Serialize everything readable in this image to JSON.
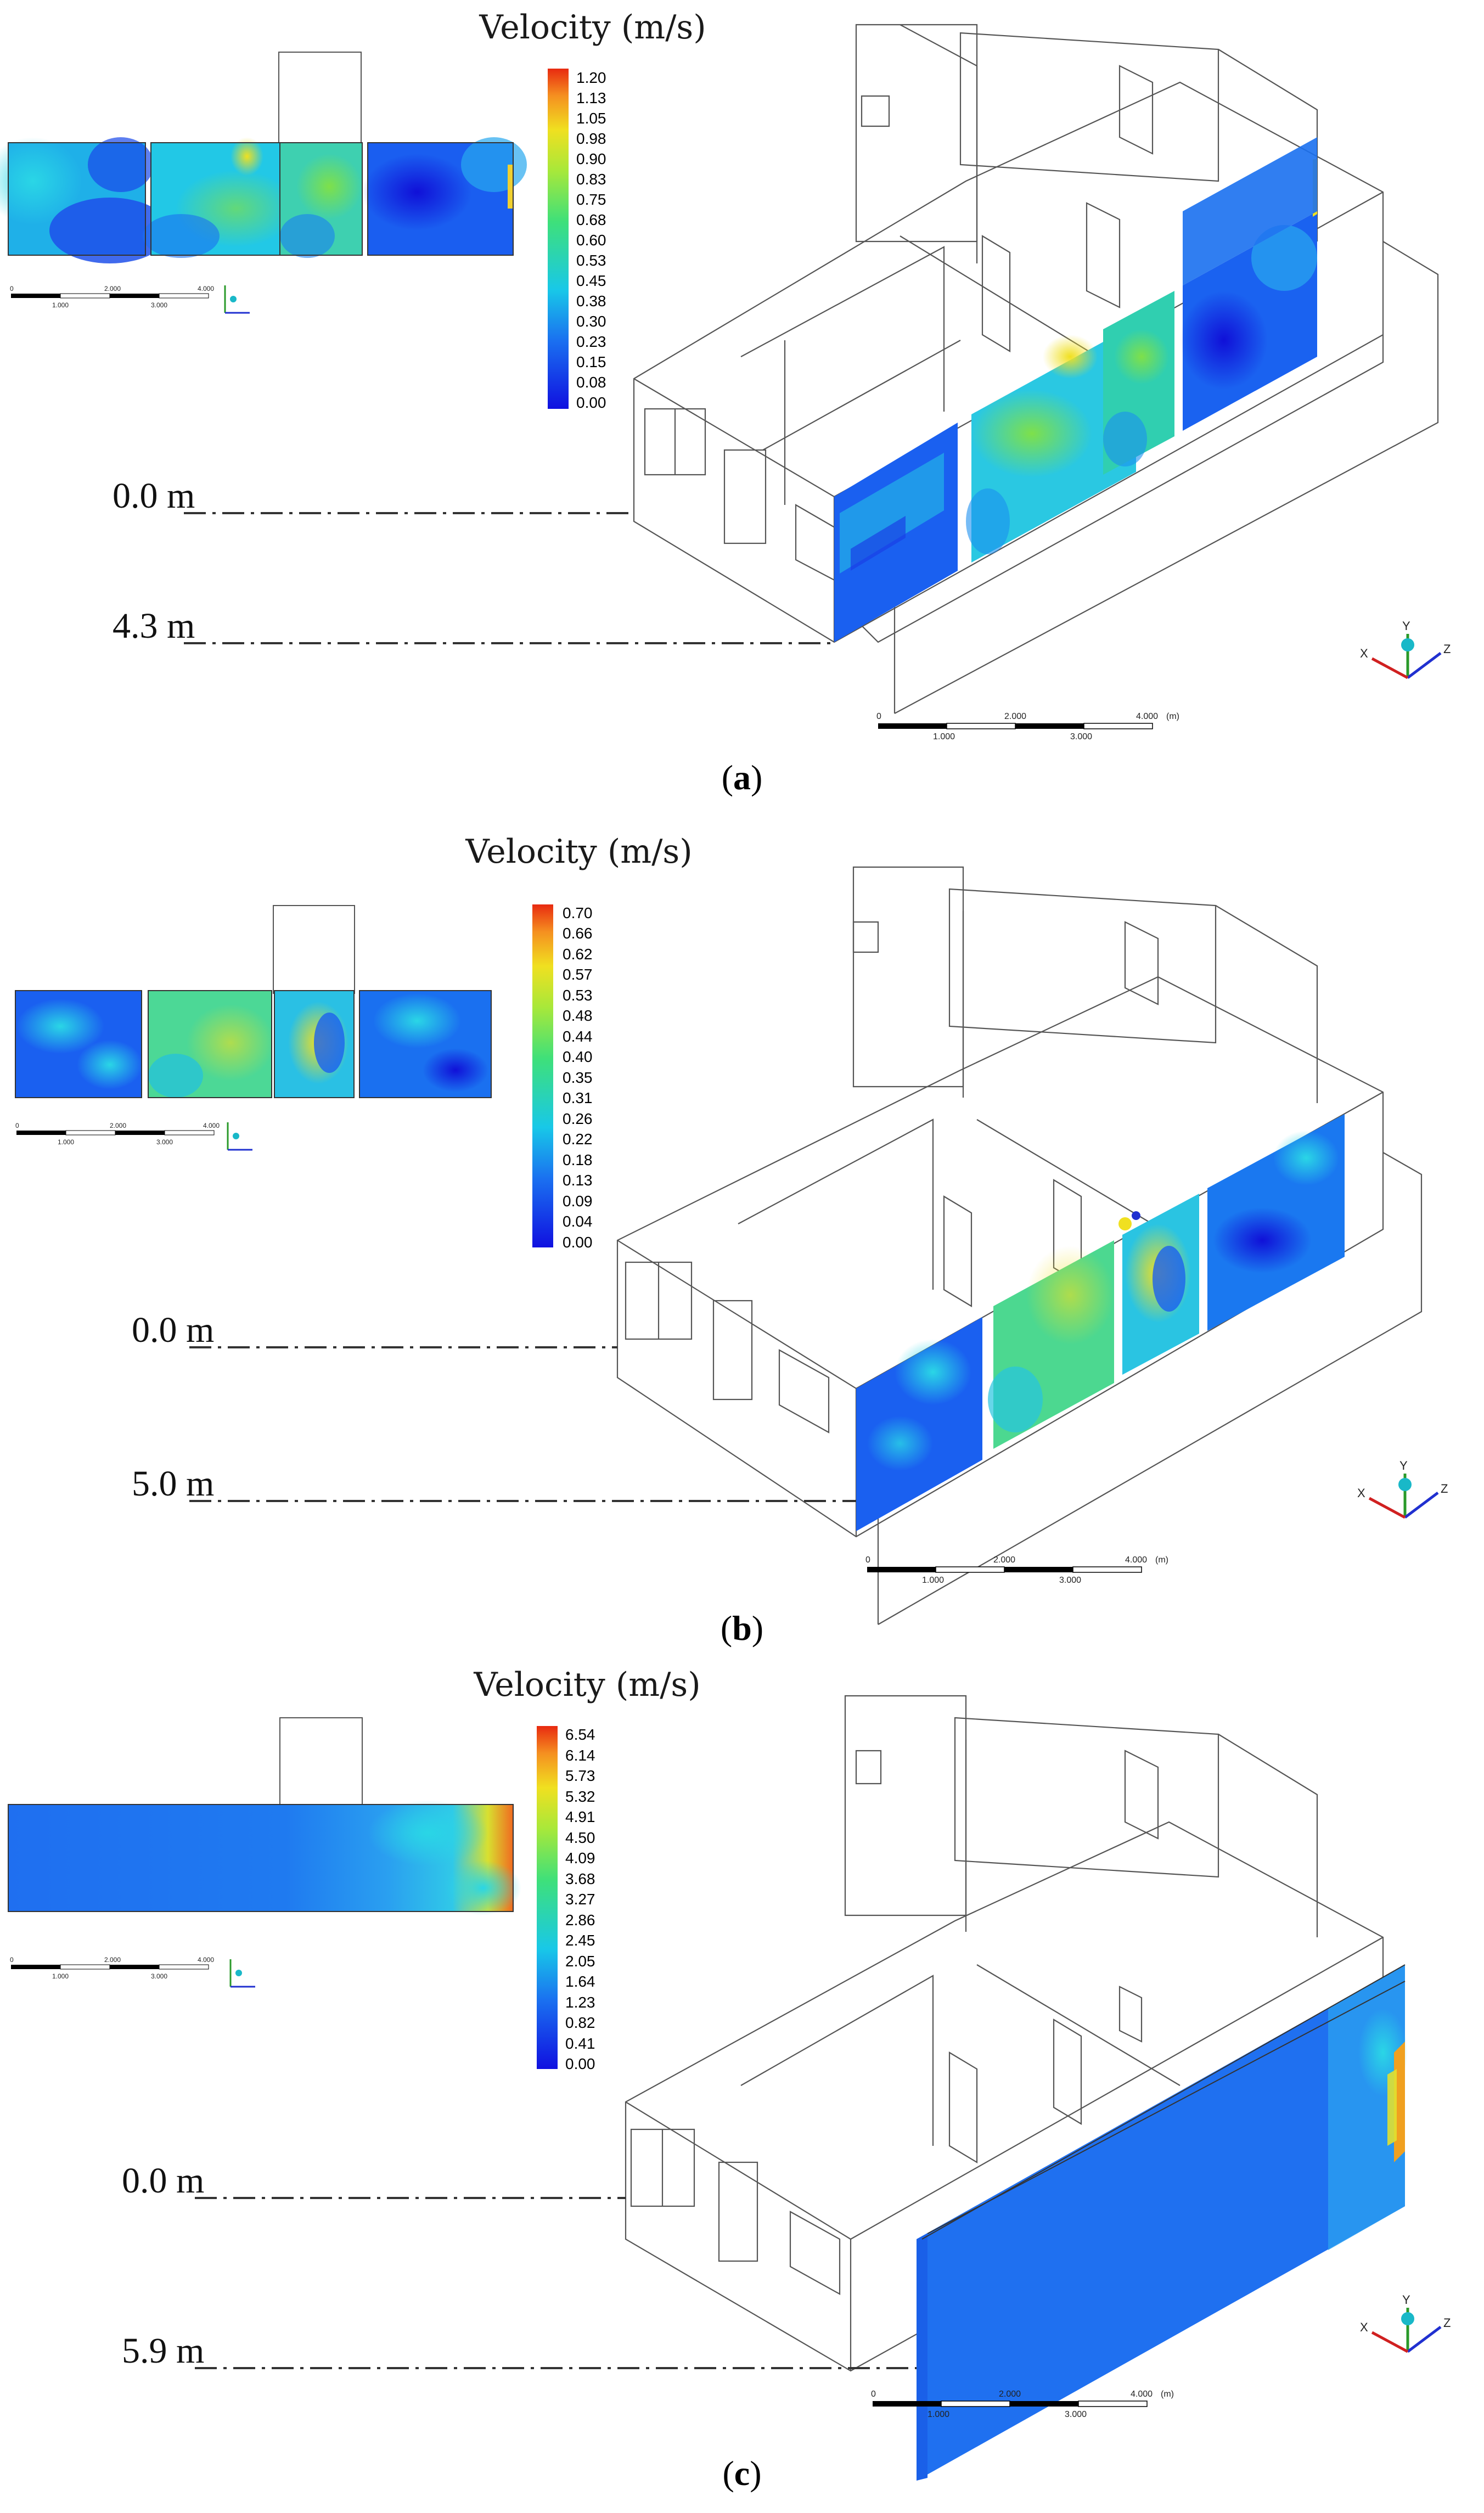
{
  "panels": [
    {
      "id": "a",
      "title": "Velocity (m/s)",
      "ticks": [
        "1.20",
        "1.13",
        "1.05",
        "0.98",
        "0.90",
        "0.83",
        "0.75",
        "0.68",
        "0.60",
        "0.53",
        "0.45",
        "0.38",
        "0.30",
        "0.23",
        "0.15",
        "0.08",
        "0.00"
      ],
      "levels": [
        "0.0 m",
        "4.3 m"
      ],
      "caption_pre": "(",
      "caption_letter": "a",
      "caption_post": ")"
    },
    {
      "id": "b",
      "title": "Velocity (m/s)",
      "ticks": [
        "0.70",
        "0.66",
        "0.62",
        "0.57",
        "0.53",
        "0.48",
        "0.44",
        "0.40",
        "0.35",
        "0.31",
        "0.26",
        "0.22",
        "0.18",
        "0.13",
        "0.09",
        "0.04",
        "0.00"
      ],
      "levels": [
        "0.0 m",
        "5.0 m"
      ],
      "caption_pre": "(",
      "caption_letter": "b",
      "caption_post": ")"
    },
    {
      "id": "c",
      "title": "Velocity (m/s)",
      "ticks": [
        "6.54",
        "6.14",
        "5.73",
        "5.32",
        "4.91",
        "4.50",
        "4.09",
        "3.68",
        "3.27",
        "2.86",
        "2.45",
        "2.05",
        "1.64",
        "1.23",
        "0.82",
        "0.41",
        "0.00"
      ],
      "levels": [
        "0.0 m",
        "5.9 m"
      ],
      "caption_pre": "(",
      "caption_letter": "c",
      "caption_post": ")"
    }
  ],
  "scale_bar": {
    "top": [
      "0",
      "2.000",
      "4.000",
      "(m)"
    ],
    "bottom": [
      "1.000",
      "3.000"
    ]
  },
  "axis_labels": {
    "x": "X",
    "y": "Y",
    "z": "Z"
  },
  "colors": {
    "low": "#1010e0",
    "mid": "#18c8e8",
    "midhigh": "#5ce05a",
    "high": "#f0e020",
    "max": "#e82a10"
  }
}
